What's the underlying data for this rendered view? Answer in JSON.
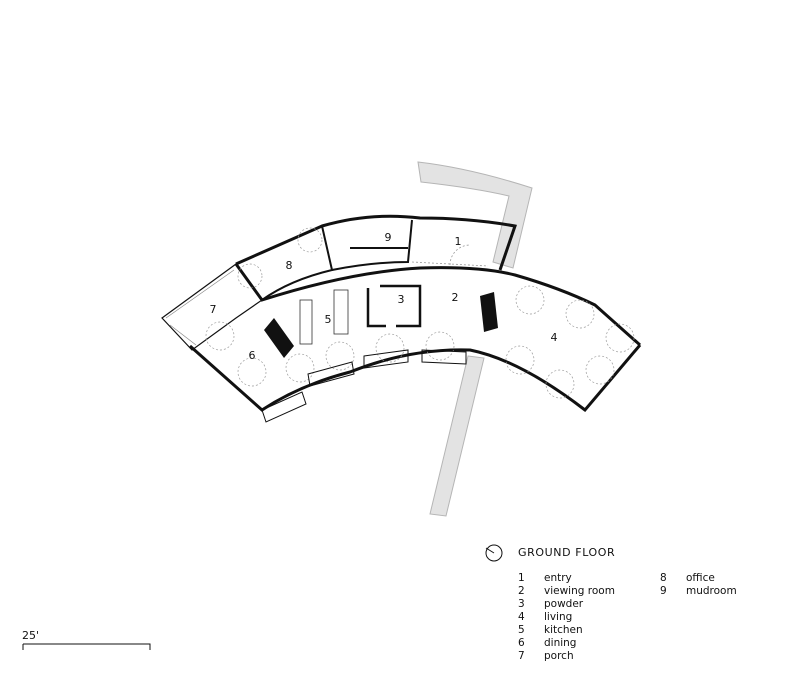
{
  "title": "GROUND FLOOR",
  "icons": {
    "north_arrow": "north-arrow-icon"
  },
  "rooms": [
    {
      "num": "1",
      "name": "entry"
    },
    {
      "num": "2",
      "name": "viewing room"
    },
    {
      "num": "3",
      "name": "powder"
    },
    {
      "num": "4",
      "name": "living"
    },
    {
      "num": "5",
      "name": "kitchen"
    },
    {
      "num": "6",
      "name": "dining"
    },
    {
      "num": "7",
      "name": "porch"
    },
    {
      "num": "8",
      "name": "office"
    },
    {
      "num": "9",
      "name": "mudroom"
    }
  ],
  "scale_label": "25'",
  "colors": {
    "walls": "#111111",
    "walkway": "#e3e3e3",
    "walkway_edge": "#b5b5b5"
  }
}
